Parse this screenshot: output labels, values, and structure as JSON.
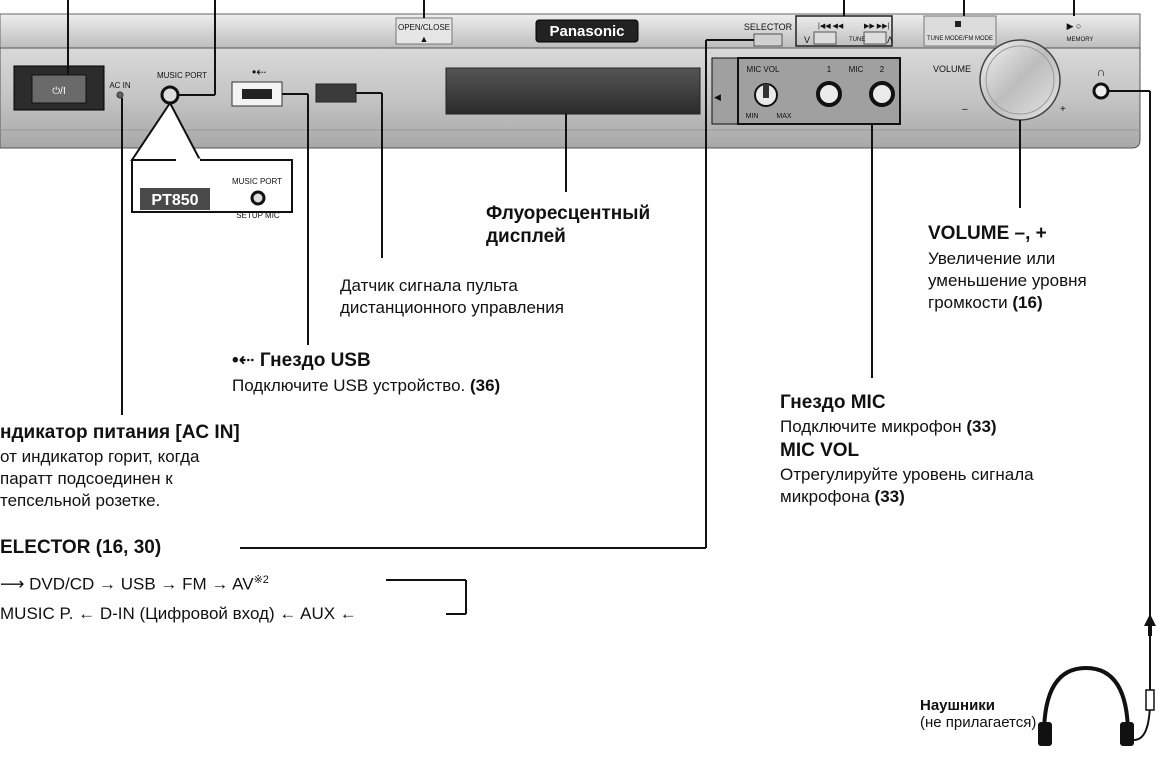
{
  "panel": {
    "brand": "Panasonic",
    "open_close": "OPEN/CLOSE",
    "open_close_symbol": "▲",
    "selector": "SELECTOR",
    "tune": "TUNE",
    "tune_down": "V",
    "tune_up": "Λ",
    "tune_mode": "TUNE MODE/FM MODE",
    "memory": "MEMORY",
    "power_symbol": "⏻/I",
    "ac_in": "AC IN",
    "music_port": "MUSIC PORT",
    "mic_vol": "MIC VOL",
    "mic_min": "MIN",
    "mic_max": "MAX",
    "mic_1": "1",
    "mic_label": "MIC",
    "mic_2": "2",
    "volume": "VOLUME",
    "vol_minus": "–",
    "vol_plus": "+",
    "headphone_symbol": "∩"
  },
  "inset": {
    "model": "PT850",
    "music_port": "MUSIC PORT",
    "setup_mic": "SETUP MIC"
  },
  "labels": {
    "display_title_1": "Флуоресцентный",
    "display_title_2": "дисплей",
    "sensor_1": "Датчик сигнала пульта",
    "sensor_2": "дистанционного управления",
    "volume_title": "VOLUME –, +",
    "volume_1": "Увеличение или",
    "volume_2": "уменьшение уровня",
    "volume_3": "громкости ",
    "volume_ref": "(16)",
    "usb_title": "Гнездо USB",
    "usb_desc": "Подключите USB устройство. ",
    "usb_ref": "(36)",
    "mic_title": "Гнездо MIC",
    "mic_desc": "Подключите микрофон ",
    "mic_ref": "(33)",
    "micvol_title": "MIC VOL",
    "micvol_1": "Отрегулируйте уровень сигнала",
    "micvol_2": "микрофона ",
    "micvol_ref": "(33)",
    "power_title": "ндикатор питания [AC IN]",
    "power_1": "от индикатор горит, когда",
    "power_2": "паратт подсоединен к",
    "power_3": "тепсельной розетке.",
    "selector_title": "ELECTOR (16, 30)",
    "selector_row1": "⟶ DVD/CD → USB → FM → AV",
    "selector_row1_sup": "※2",
    "selector_row2": "MUSIC P. ← D-IN (Цифровой вход) ← AUX ←",
    "headphones_title": "Наушники",
    "headphones_note": "(не прилагается)"
  },
  "colors": {
    "panel_silver": "#cfcfcf",
    "panel_dark": "#5a5a5a",
    "display_window": "#3a3a3a",
    "text": "#111111"
  }
}
